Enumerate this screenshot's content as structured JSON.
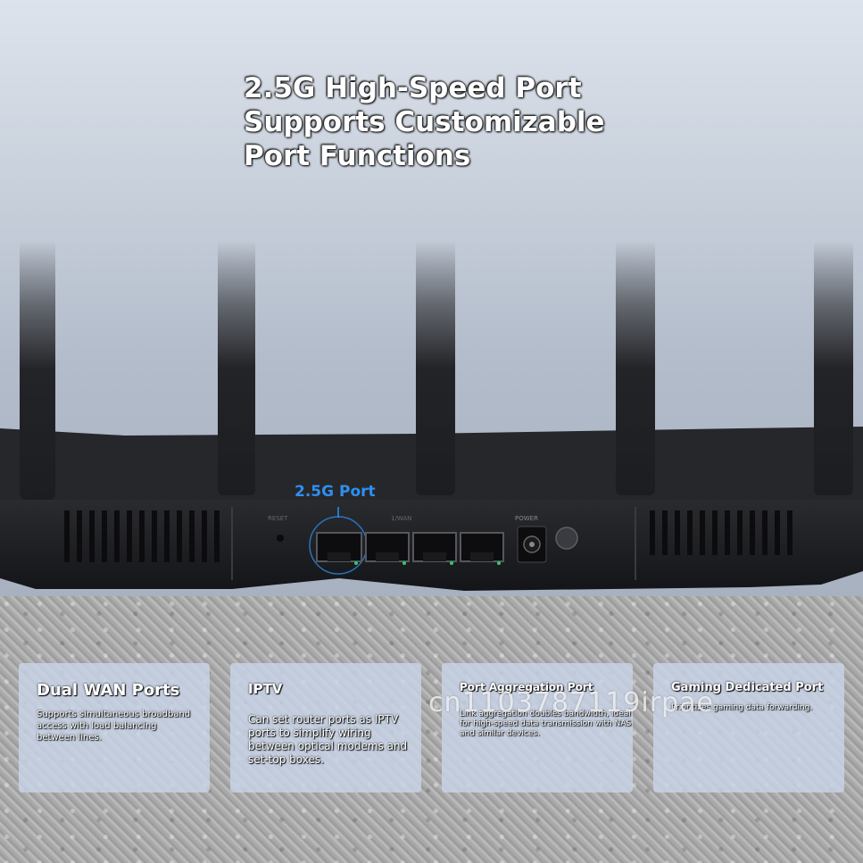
{
  "headline": {
    "line1": "2.5G High-Speed Port",
    "line2": "Supports Customizable",
    "line3": "Port Functions"
  },
  "router": {
    "callout": "2.5G Port",
    "label_reset": "RESET",
    "label_lan": "1/WAN",
    "label_power": "POWER",
    "port_count": 4
  },
  "cards": [
    {
      "title": "Dual WAN Ports",
      "desc": "Supports simultaneous broadband access with load balancing between lines."
    },
    {
      "title": "IPTV",
      "desc": "Can set router ports as IPTV ports to simplify wiring between optical modems and set-top boxes."
    },
    {
      "title": "Port Aggregation Port",
      "desc": "Link aggregation doubles bandwidth, ideal for high-speed data transmission with NAS and similar devices."
    },
    {
      "title": "Gaming Dedicated Port",
      "desc": "Prioritizes gaming data forwarding."
    }
  ],
  "watermark": "cn1103787119irpae",
  "colors": {
    "accent": "#2e8ff0",
    "status_led": "#2ecc71",
    "router_body": "#1e1e20"
  }
}
